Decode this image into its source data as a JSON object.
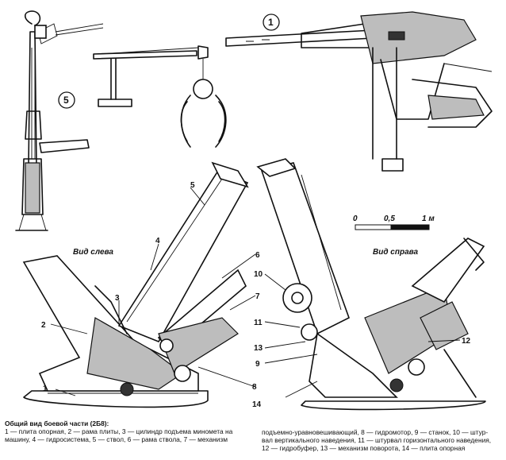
{
  "views": {
    "left": "Вид слева",
    "right": "Вид справа"
  },
  "scale": {
    "zero": "0",
    "half": "0,5",
    "one": "1 м"
  },
  "callouts": {
    "c1": "1",
    "c2": "2",
    "c3": "3",
    "c4": "4",
    "c5": "5",
    "c6": "6",
    "c7": "7",
    "c8": "8",
    "c9": "9",
    "c10": "10",
    "c11": "11",
    "c12": "12",
    "c13": "13",
    "c14": "14",
    "top1": "1",
    "top5": "5"
  },
  "caption": {
    "title": "Общий вид боевой части (2Б8):",
    "left_lines": [
      "1 — плита опорная, 2 — рама плиты, 3 — цилиндр подъема миномета на",
      "машину, 4 — гидросистема, 5 — ствол, 6 — рама ствола, 7 — механизм"
    ],
    "right_lines": [
      "подъемно-уравновешивающий, 8 — гидромотор, 9 — станок, 10 — штур-",
      "вал вертикального наведения, 11 — штурвал горизонтального наведения,",
      "12 — гидробуфер, 13 — механизм поворота, 14 — плита опорная"
    ]
  }
}
